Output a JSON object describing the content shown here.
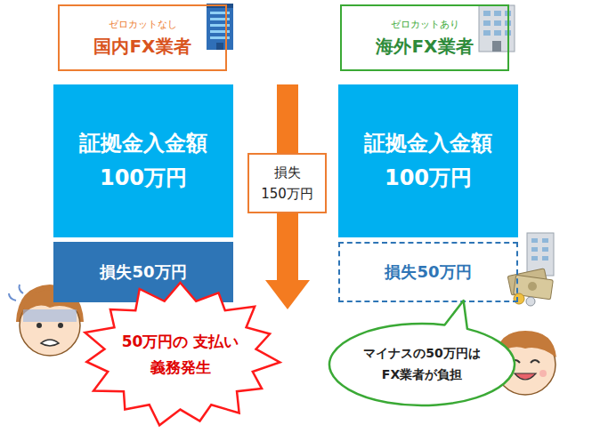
{
  "diagram": {
    "nodes": [
      {
        "text": [
          "ゼロカットなし",
          "国内FX業者"
        ]
      },
      {
        "text": [
          "証拠金入金額",
          "100万円"
        ]
      },
      {
        "text": [
          "損失50万円"
        ]
      },
      {
        "text": [
          "損失 150万円"
        ]
      },
      {
        "text": [
          "ゼロカットあり",
          "海外FX業者"
        ]
      },
      {
        "text": [
          "証拠金入金額",
          "100万円"
        ]
      },
      {
        "text": [
          "損失50万円"
        ]
      },
      {
        "text": [
          "50万円の 支払い義務発生"
        ]
      },
      {
        "text": [
          "マイナスの50万円は FX業者が負担"
        ]
      }
    ]
  }
}
